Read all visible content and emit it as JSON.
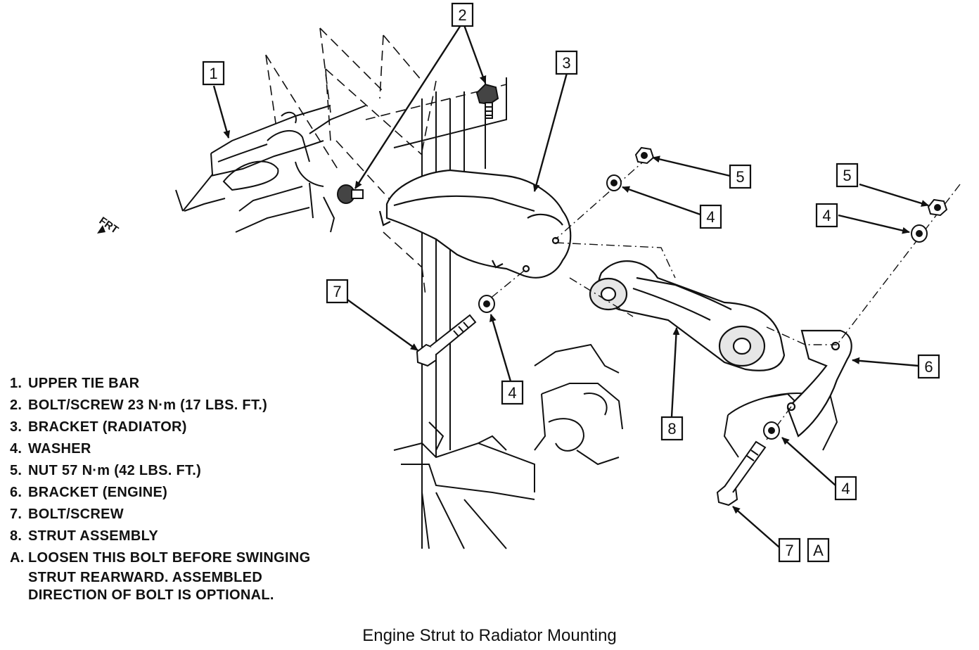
{
  "diagram": {
    "caption": "Engine Strut to Radiator Mounting",
    "front_marker": "FRT",
    "callouts": {
      "c1": "1",
      "c2": "2",
      "c3": "3",
      "c4a": "4",
      "c4b": "4",
      "c4c": "4",
      "c4d": "4",
      "c5a": "5",
      "c5b": "5",
      "c6": "6",
      "c7a": "7",
      "c7b": "7",
      "cA": "A",
      "c8": "8"
    },
    "legend": [
      {
        "key": "1.",
        "text": "UPPER TIE BAR"
      },
      {
        "key": "2.",
        "text": "BOLT/SCREW 23 N·m (17 LBS. FT.)"
      },
      {
        "key": "3.",
        "text": "BRACKET (RADIATOR)"
      },
      {
        "key": "4.",
        "text": "WASHER"
      },
      {
        "key": "5.",
        "text": "NUT 57 N·m (42 LBS. FT.)"
      },
      {
        "key": "6.",
        "text": "BRACKET (ENGINE)"
      },
      {
        "key": "7.",
        "text": "BOLT/SCREW"
      },
      {
        "key": "8.",
        "text": "STRUT ASSEMBLY"
      },
      {
        "key": "A.",
        "text": "LOOSEN THIS BOLT BEFORE SWINGING"
      }
    ],
    "legend_continuation": [
      "STRUT REARWARD. ASSEMBLED",
      "DIRECTION OF BOLT IS OPTIONAL."
    ]
  }
}
